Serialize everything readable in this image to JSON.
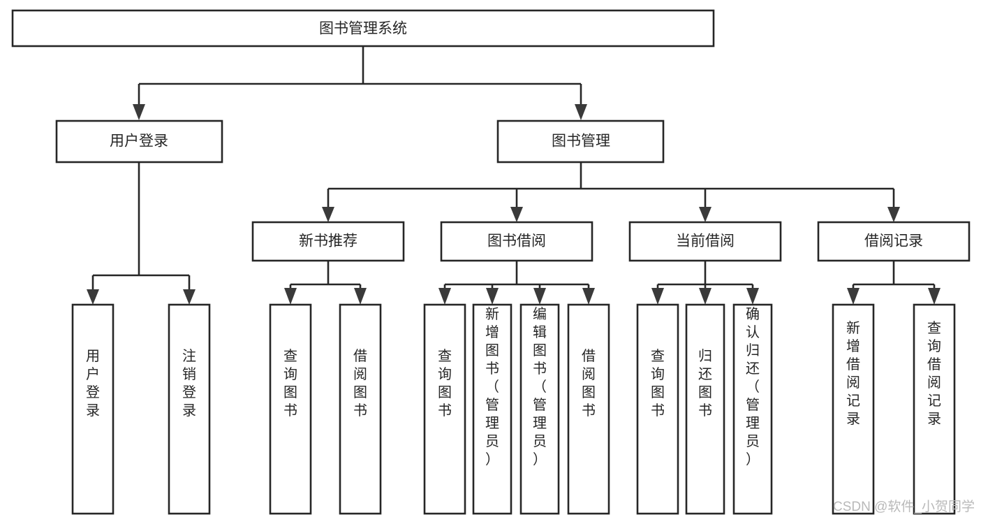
{
  "diagram": {
    "title": "图书管理系统",
    "type": "tree-hierarchy-chart",
    "root": {
      "label": "图书管理系统"
    },
    "level2": [
      {
        "label": "用户登录"
      },
      {
        "label": "图书管理"
      }
    ],
    "level3": [
      {
        "label": "新书推荐"
      },
      {
        "label": "图书借阅"
      },
      {
        "label": "当前借阅"
      },
      {
        "label": "借阅记录"
      }
    ],
    "leaves": {
      "user_login": [
        {
          "label": "用户登录"
        },
        {
          "label": "注销登录"
        }
      ],
      "new_book_recommend": [
        {
          "label": "查询图书"
        },
        {
          "label": "借阅图书"
        }
      ],
      "book_borrow": [
        {
          "label": "查询图书"
        },
        {
          "label": "新增图书（管理员）"
        },
        {
          "label": "编辑图书（管理员）"
        },
        {
          "label": "借阅图书"
        }
      ],
      "current_borrow": [
        {
          "label": "查询图书"
        },
        {
          "label": "归还图书"
        },
        {
          "label": "确认归还（管理员）"
        }
      ],
      "borrow_record": [
        {
          "label": "新增借阅记录"
        },
        {
          "label": "查询借阅记录"
        }
      ]
    }
  },
  "watermark": {
    "text": "CSDN @软件_小贺同学"
  },
  "colors": {
    "background": "#ffffff",
    "box_stroke": "#262626",
    "text": "#262626",
    "watermark": "#b9b9b9"
  }
}
